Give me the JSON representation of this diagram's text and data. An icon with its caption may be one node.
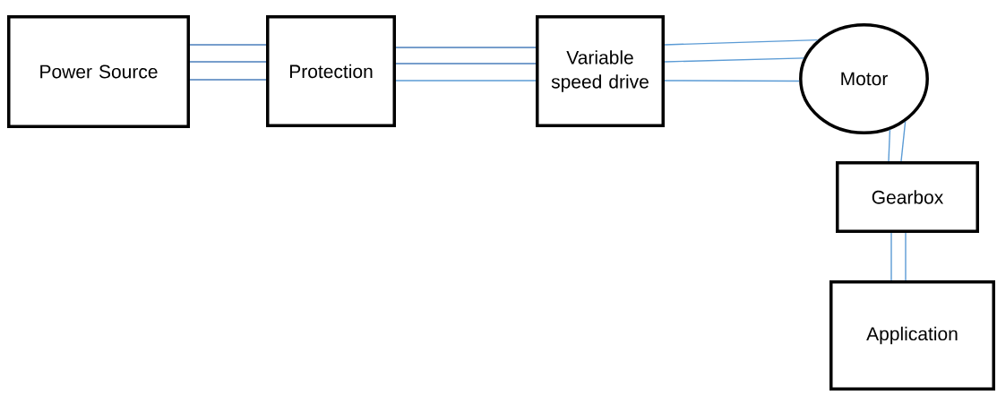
{
  "diagram": {
    "nodes": [
      {
        "text": [
          "Power Source"
        ]
      },
      {
        "text": [
          "Protection"
        ]
      },
      {
        "text": [
          "Variable speed drive"
        ]
      },
      {
        "text": [
          "Motor"
        ]
      },
      {
        "text": [
          "Gearbox"
        ]
      },
      {
        "text": [
          "Application"
        ]
      }
    ],
    "edges": [
      {
        "from": 0,
        "to": 1,
        "arrow": "none",
        "color": "#4a7ebb"
      },
      {
        "from": 0,
        "to": 1,
        "arrow": "none",
        "color": "#4a7ebb"
      },
      {
        "from": 0,
        "to": 1,
        "arrow": "none",
        "color": "#4a7ebb"
      },
      {
        "from": 1,
        "to": 2,
        "arrow": "none",
        "color": "#4a7ebb"
      },
      {
        "from": 1,
        "to": 2,
        "arrow": "none",
        "color": "#4a7ebb"
      },
      {
        "from": 1,
        "to": 2,
        "arrow": "none"
      },
      {
        "from": 2,
        "to": 3,
        "arrow": "none"
      },
      {
        "from": 2,
        "to": 3,
        "arrow": "none"
      },
      {
        "from": 2,
        "to": 3,
        "arrow": "none"
      },
      {
        "from": 3,
        "to": 4,
        "arrow": "none"
      },
      {
        "from": 3,
        "to": 4,
        "arrow": "none"
      },
      {
        "from": 4,
        "to": 5,
        "arrow": "none"
      },
      {
        "from": 4,
        "to": 5,
        "arrow": "none"
      }
    ]
  }
}
